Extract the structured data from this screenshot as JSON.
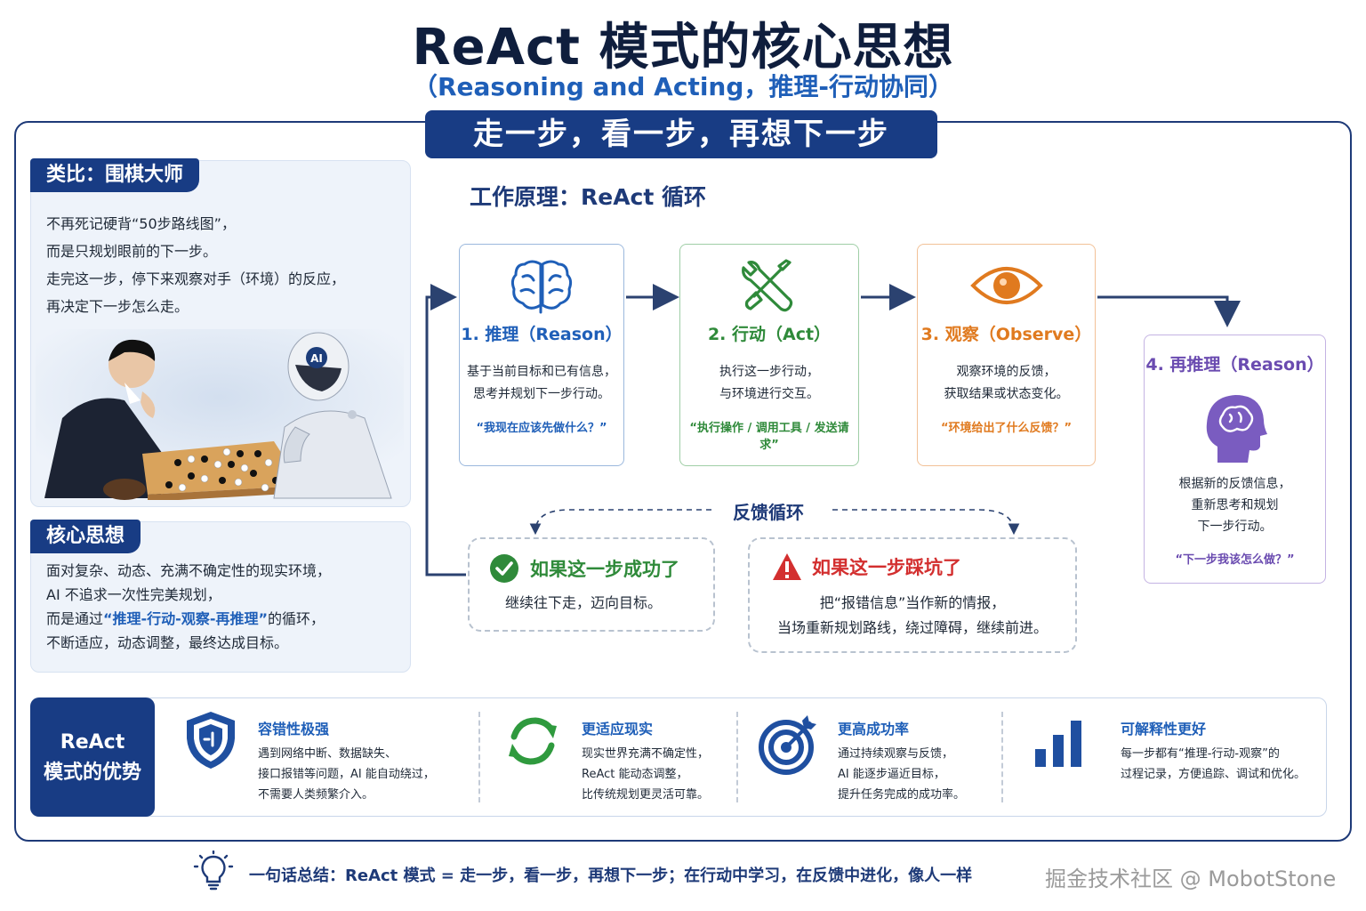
{
  "header": {
    "title": "ReAct 模式的核心思想",
    "subtitle": "（Reasoning and Acting，推理-行动协同）",
    "banner": "走一步，看一步，再想下一步"
  },
  "analogy": {
    "tag": "类比：围棋大师",
    "lines": [
      "不再死记硬背“50步路线图”，",
      "而是只规划眼前的下一步。",
      "走完这一步，停下来观察对手（环境）的反应，",
      "再决定下一步怎么走。"
    ],
    "robot_badge": "AI"
  },
  "core": {
    "tag": "核心思想",
    "line1": "面对复杂、动态、充满不确定性的现实环境，",
    "line2": "AI 不追求一次性完美规划，",
    "line3_pre": "而是通过",
    "line3_highlight": "“推理-行动-观察-再推理”",
    "line3_post": "的循环，",
    "line4": "不断适应，动态调整，最终达成目标。"
  },
  "loop": {
    "heading": "工作原理：ReAct 循环",
    "steps": [
      {
        "title": "1. 推理（Reason）",
        "desc1": "基于当前目标和已有信息，",
        "desc2": "思考并规划下一步行动。",
        "quote": "“我现在应该先做什么？”",
        "icon": "brain-icon",
        "color": "#1f5fb8"
      },
      {
        "title": "2. 行动（Act）",
        "desc1": "执行这一步行动，",
        "desc2": "与环境进行交互。",
        "quote": "“执行操作 / 调用工具 / 发送请求”",
        "icon": "tools-icon",
        "color": "#2f8a3a"
      },
      {
        "title": "3. 观察（Observe）",
        "desc1": "观察环境的反馈，",
        "desc2": "获取结果或状态变化。",
        "quote": "“环境给出了什么反馈？”",
        "icon": "eye-icon",
        "color": "#e07a1f"
      },
      {
        "title": "4. 再推理（Reason）",
        "desc1": "根据新的反馈信息，",
        "desc2": "重新思考和规划",
        "desc3": "下一步行动。",
        "quote": "“下一步我该怎么做？”",
        "icon": "head-brain-icon",
        "color": "#6a4bb0"
      }
    ],
    "feedback_label": "反馈循环",
    "success": {
      "title": "如果这一步成功了",
      "text": "继续往下走，迈向目标。"
    },
    "failure": {
      "title": "如果这一步踩坑了",
      "text1": "把“报错信息”当作新的情报，",
      "text2": "当场重新规划路线，绕过障碍，继续前进。"
    }
  },
  "advantages": {
    "label1": "ReAct",
    "label2": "模式的优势",
    "items": [
      {
        "title": "容错性极强",
        "l1": "遇到网络中断、数据缺失、",
        "l2": "接口报错等问题，AI 能自动绕过，",
        "l3": "不需要人类频繁介入。",
        "icon": "shield-icon"
      },
      {
        "title": "更适应现实",
        "l1": "现实世界充满不确定性，",
        "l2": "ReAct 能动态调整，",
        "l3": "比传统规划更灵活可靠。",
        "icon": "refresh-icon"
      },
      {
        "title": "更高成功率",
        "l1": "通过持续观察与反馈，",
        "l2": "AI 能逐步逼近目标，",
        "l3": "提升任务完成的成功率。",
        "icon": "target-icon"
      },
      {
        "title": "可解释性更好",
        "l1": "每一步都有“推理-行动-观察”的",
        "l2": "过程记录，方便追踪、调试和优化。",
        "l3": "",
        "icon": "bar-chart-icon"
      }
    ]
  },
  "summary": "一句话总结：ReAct 模式 = 走一步，看一步，再想下一步；在行动中学习，在反馈中进化，像人一样",
  "watermark": "掘金技术社区 @ MobotStone",
  "colors": {
    "navy": "#183c84",
    "blue": "#1f5fb8",
    "green": "#2f8a3a",
    "orange": "#e07a1f",
    "purple": "#6a4bb0",
    "red": "#d32f2f"
  }
}
